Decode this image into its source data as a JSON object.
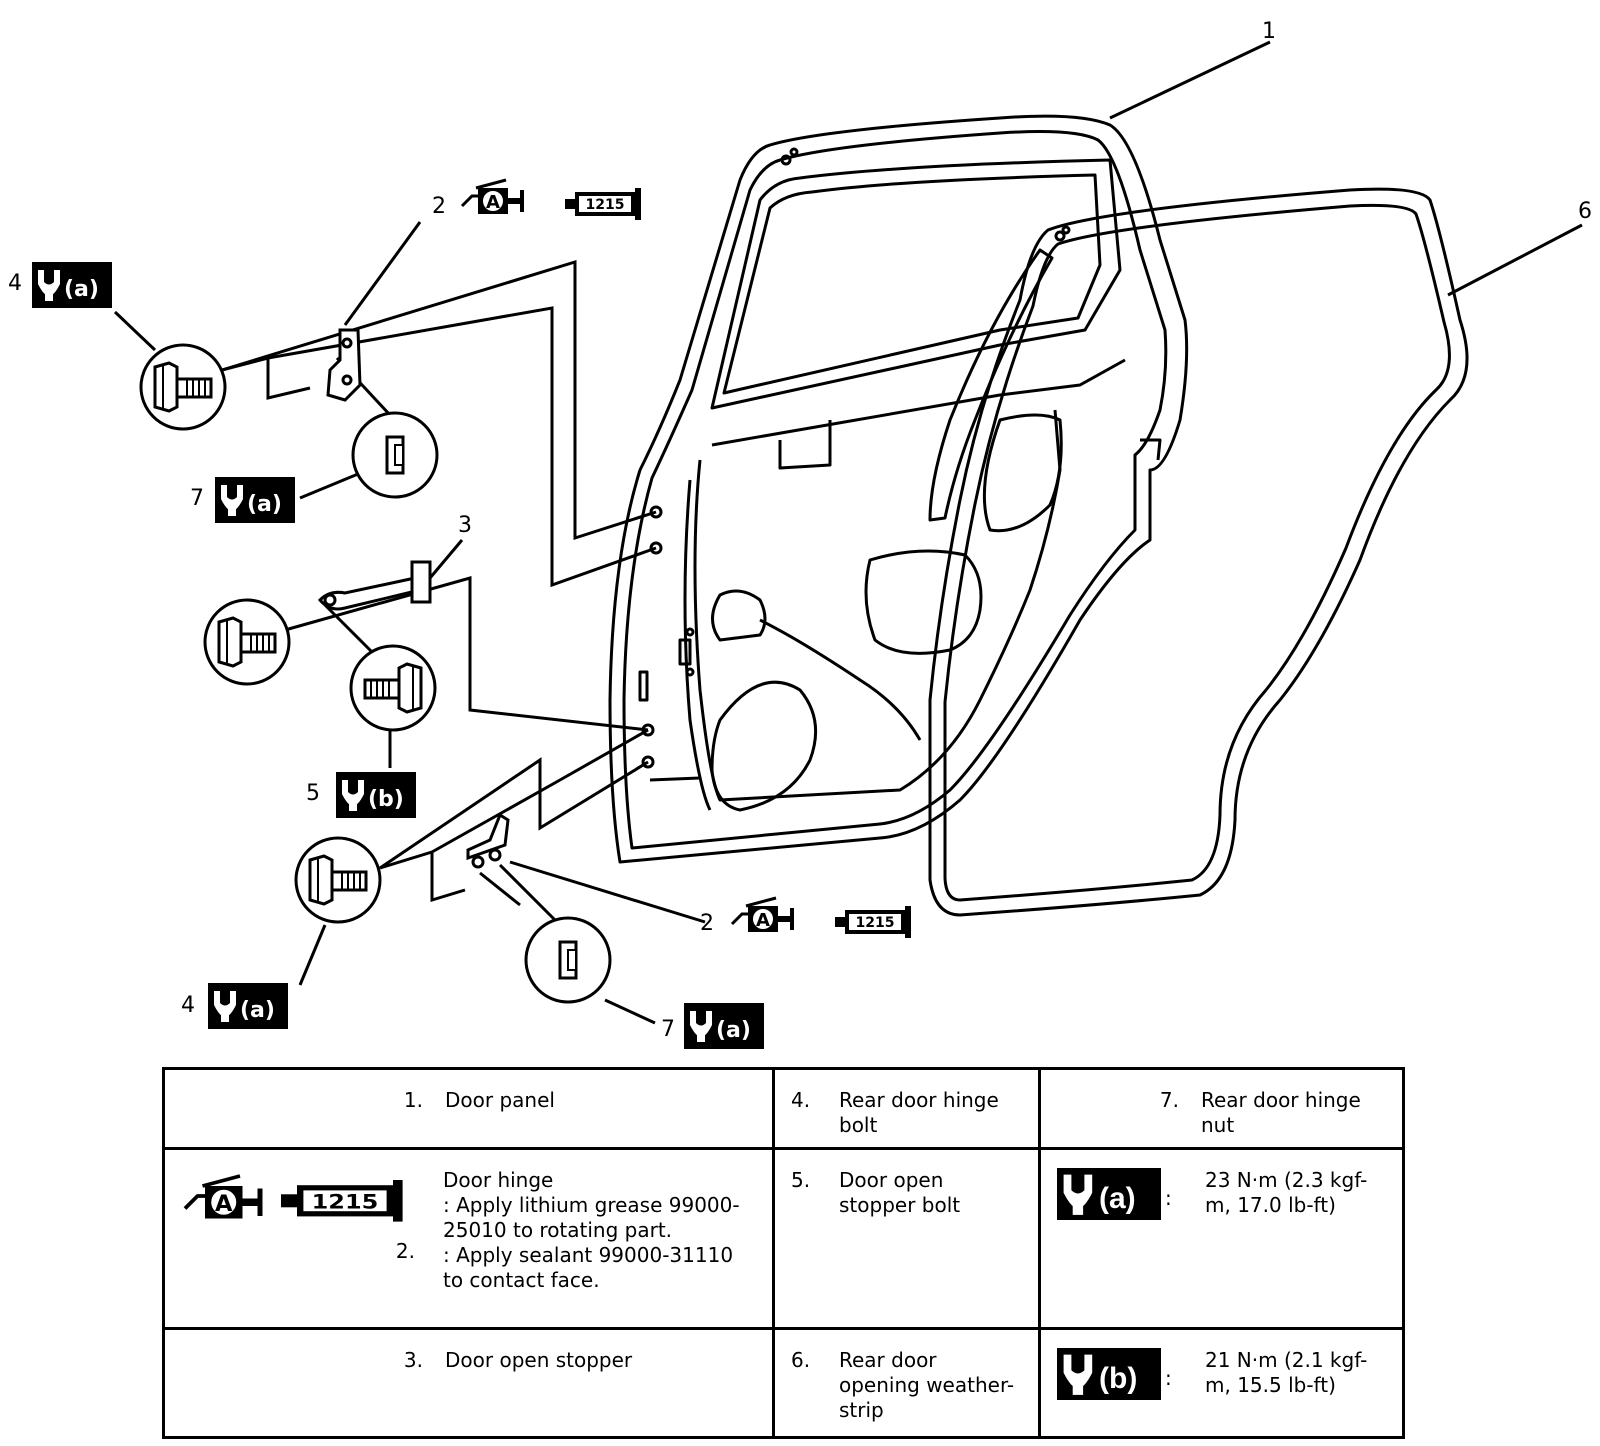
{
  "callouts": {
    "c1": "1",
    "c2_top": "2",
    "c2_bottom": "2",
    "c3": "3",
    "c4_top": "4",
    "c4_bottom": "4",
    "c5": "5",
    "c6": "6",
    "c7_top": "7",
    "c7_bottom": "7"
  },
  "symbols": {
    "grease_letter": "A",
    "sealant_code": "1215",
    "torque_a": "(a)",
    "torque_b": "(b)"
  },
  "legend": {
    "row1": {
      "n1": "1.",
      "t1": "Door panel",
      "n4": "4.",
      "t4": "Rear door hinge bolt",
      "n7": "7.",
      "t7": "Rear door hinge nut"
    },
    "row2": {
      "n2": "2.",
      "t2_line1": "Door hinge",
      "t2_line2": ": Apply lithium grease 99000-25010 to rotating part.",
      "t2_line3": ": Apply sealant 99000-31110 to contact face.",
      "n5": "5.",
      "t5": "Door open stopper bolt",
      "colon_a": ":",
      "spec_a": "23 N·m (2.3 kgf-m, 17.0 lb-ft)"
    },
    "row3": {
      "n3": "3.",
      "t3": "Door open stopper",
      "n6": "6.",
      "t6": "Rear door opening weather-strip",
      "colon_b": ":",
      "spec_b": "21 N·m (2.1 kgf-m, 15.5 lb-ft)"
    }
  }
}
